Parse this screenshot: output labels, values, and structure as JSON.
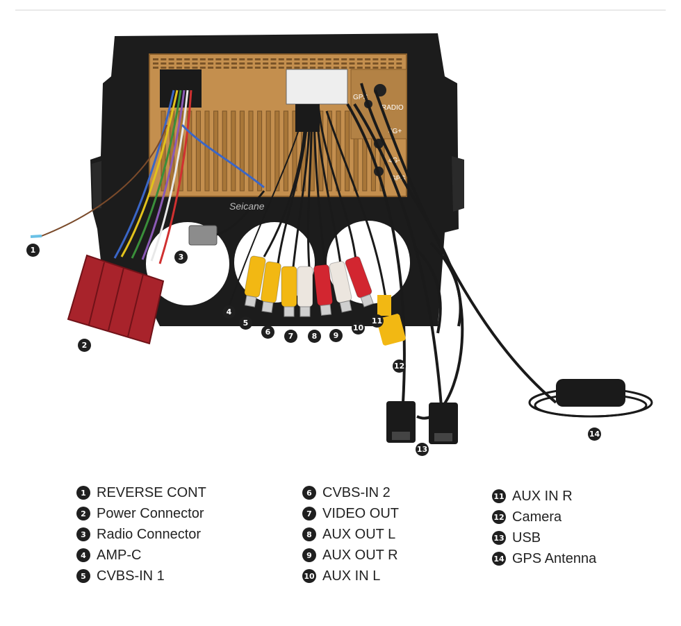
{
  "brand": "Seicane",
  "unit_labels": {
    "gps": "GPS",
    "radio": "RADIO",
    "lte_plus": "4G+",
    "lte_minus": "4G-",
    "gps_port": "GPS"
  },
  "callouts": [
    {
      "n": "1",
      "label": "REVERSE CONT"
    },
    {
      "n": "2",
      "label": "Power Connector"
    },
    {
      "n": "3",
      "label": "Radio Connector"
    },
    {
      "n": "4",
      "label": "AMP-C"
    },
    {
      "n": "5",
      "label": "CVBS-IN 1"
    },
    {
      "n": "6",
      "label": "CVBS-IN 2"
    },
    {
      "n": "7",
      "label": "VIDEO OUT"
    },
    {
      "n": "8",
      "label": "AUX OUT L"
    },
    {
      "n": "9",
      "label": "AUX OUT R"
    },
    {
      "n": "10",
      "label": "AUX IN L"
    },
    {
      "n": "11",
      "label": "AUX IN R"
    },
    {
      "n": "12",
      "label": "Camera"
    },
    {
      "n": "13",
      "label": "USB"
    },
    {
      "n": "14",
      "label": "GPS Antenna"
    }
  ],
  "colors": {
    "frame": "#1c1c1c",
    "chassis": "#c48f4e",
    "power_connector": "#a8232b",
    "rca_yellow": "#f2b813",
    "rca_white": "#ece6df",
    "rca_red": "#d22630",
    "cable": "#1a1a1a"
  }
}
